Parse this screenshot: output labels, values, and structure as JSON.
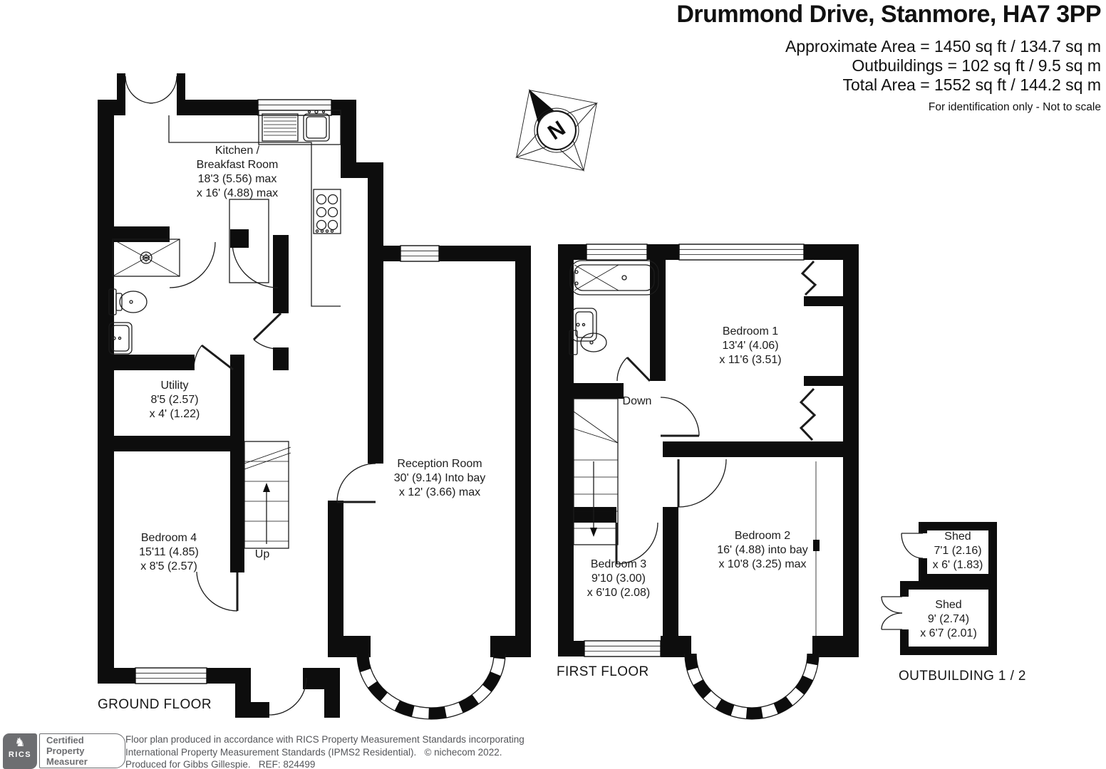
{
  "header": {
    "title": "Drummond Drive, Stanmore, HA7 3PP",
    "area_line1": "Approximate Area = 1450 sq ft / 134.7 sq m",
    "area_line2": "Outbuildings = 102 sq ft / 9.5 sq m",
    "area_line3": "Total Area = 1552 sq ft / 144.2 sq m",
    "note": "For identification only - Not to scale"
  },
  "compass": {
    "north_label": "N"
  },
  "ground_floor": {
    "floor_label": "GROUND FLOOR",
    "kitchen": [
      "Kitchen /",
      "Breakfast Room",
      "18'3 (5.56) max",
      "x 16' (4.88) max"
    ],
    "utility": [
      "Utility",
      "8'5 (2.57)",
      "x 4' (1.22)"
    ],
    "bedroom4": [
      "Bedroom 4",
      "15'11 (4.85)",
      "x 8'5 (2.57)"
    ],
    "reception": [
      "Reception Room",
      "30' (9.14) Into bay",
      "x 12' (3.66) max"
    ],
    "stairs_label": "Up"
  },
  "first_floor": {
    "floor_label": "FIRST FLOOR",
    "bedroom1": [
      "Bedroom 1",
      "13'4' (4.06)",
      "x 11'6 (3.51)"
    ],
    "bedroom2": [
      "Bedroom 2",
      "16' (4.88) into bay",
      "x 10'8 (3.25) max"
    ],
    "bedroom3": [
      "Bedroom 3",
      "9'10 (3.00)",
      "x 6'10 (2.08)"
    ],
    "stairs_label": "Down"
  },
  "outbuildings": {
    "floor_label": "OUTBUILDING 1 / 2",
    "shed1": [
      "Shed",
      "7'1 (2.16)",
      "x 6' (1.83)"
    ],
    "shed2": [
      "Shed",
      "9' (2.74)",
      "x 6'7 (2.01)"
    ]
  },
  "footer": {
    "rics": "RICS",
    "badge": [
      "Certified",
      "Property",
      "Measurer"
    ],
    "line1": "Floor plan produced in accordance with RICS Property Measurement Standards incorporating",
    "line2": "International Property Measurement Standards (IPMS2 Residential).   © nichecom 2022.",
    "line3": "Produced for Gibbs Gillespie.   REF: 824499"
  },
  "colors": {
    "wall": "#0d0d0d",
    "brand_gray": "#6d6e71"
  }
}
